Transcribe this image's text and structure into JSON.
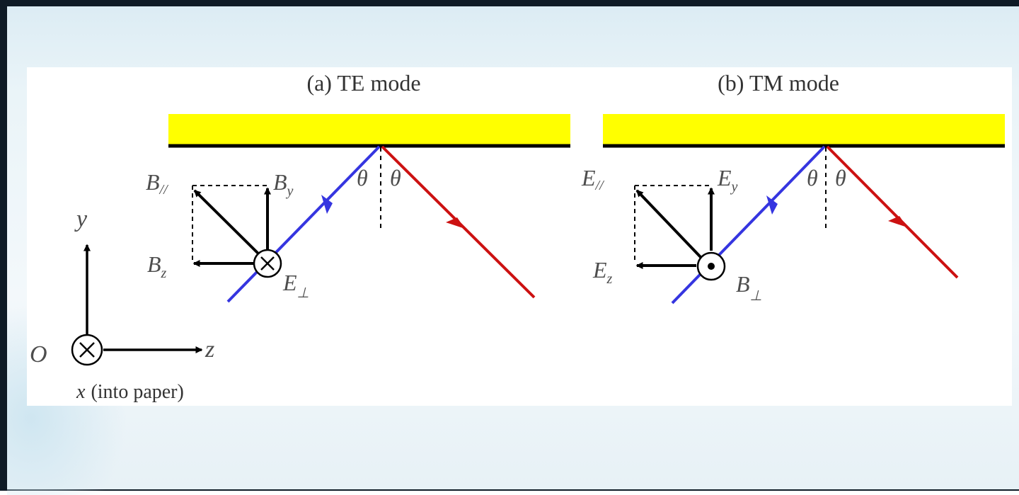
{
  "colors": {
    "mirror": "#ffff00",
    "incident": "#3535e0",
    "reflected": "#cc1111",
    "vector": "#000000"
  },
  "panels": {
    "te": {
      "title": "(a) TE mode",
      "angle_in": "θ",
      "angle_out": "θ",
      "parallel_base": "B",
      "parallel_sub": "//",
      "y_base": "B",
      "y_sub": "y",
      "z_base": "B",
      "z_sub": "z",
      "perp_base": "E",
      "perp_sub": "⊥",
      "perp_icon": "cross-in-circle-icon"
    },
    "tm": {
      "title": "(b) TM mode",
      "angle_in": "θ",
      "angle_out": "θ",
      "parallel_base": "E",
      "parallel_sub": "//",
      "y_base": "E",
      "y_sub": "y",
      "z_base": "E",
      "z_sub": "z",
      "perp_base": "B",
      "perp_sub": "⊥",
      "perp_icon": "dot-in-circle-icon"
    }
  },
  "axes": {
    "origin": "O",
    "y": "y",
    "z": "z",
    "x_symbol": "x",
    "x_caption": "(into paper)",
    "x_icon": "cross-in-circle-icon"
  }
}
